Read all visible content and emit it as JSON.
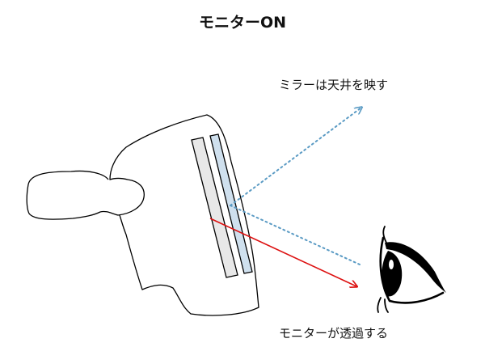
{
  "title": "モニターON",
  "labels": {
    "mirror": "ミラーは天井を映す",
    "monitor": "モニターが透過する"
  },
  "colors": {
    "outline": "#000000",
    "monitor_fill": "#e8e8e8",
    "mirror_fill": "#cfe0ee",
    "mirror_ray": "#5b9bc4",
    "monitor_ray": "#dd1111"
  },
  "icons": {
    "eye": "eye-icon",
    "head": "head-silhouette"
  }
}
